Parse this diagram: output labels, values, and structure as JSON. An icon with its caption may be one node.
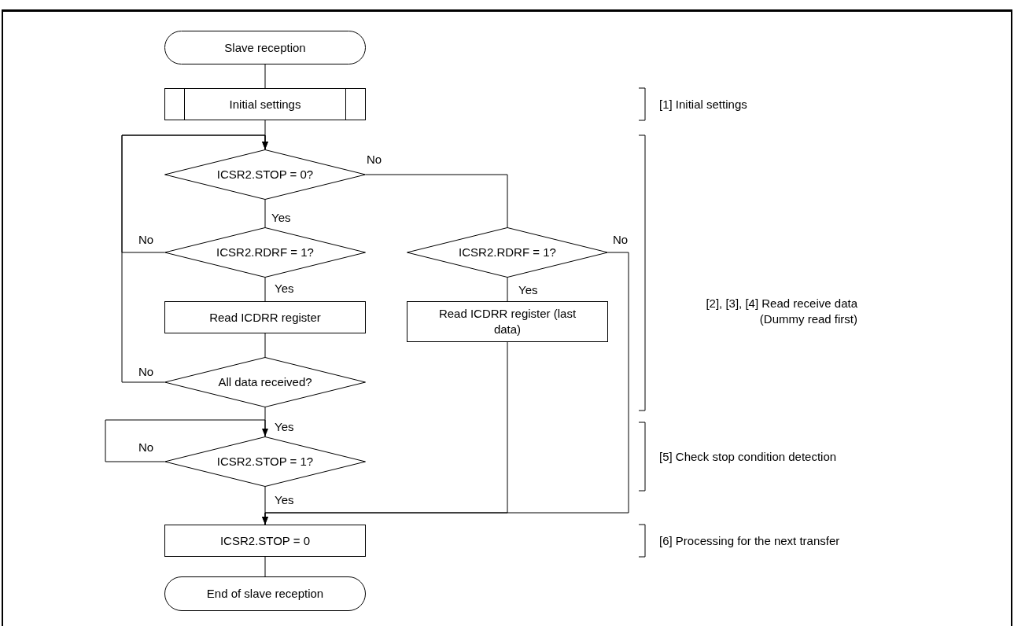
{
  "diagram": {
    "nodes": [
      {
        "text": [
          "Slave reception"
        ]
      },
      {
        "text": [
          "Initial settings"
        ]
      },
      {
        "text": [
          "ICSR2.STOP = 0?"
        ]
      },
      {
        "text": [
          "ICSR2.RDRF = 1?"
        ]
      },
      {
        "text": [
          "Read ICDRR register"
        ]
      },
      {
        "text": [
          "All data received?"
        ]
      },
      {
        "text": [
          "ICSR2.RDRF = 1?"
        ]
      },
      {
        "text": [
          "Read ICDRR register (last data)"
        ]
      },
      {
        "text": [
          "ICSR2.STOP = 1?"
        ]
      },
      {
        "text": [
          "ICSR2.STOP = 0"
        ]
      },
      {
        "text": [
          "End of slave reception"
        ]
      }
    ],
    "edges": [
      {
        "from": 0,
        "to": 1,
        "arrow": "none"
      },
      {
        "from": 1,
        "to": 2,
        "arrow": "none"
      },
      {
        "from": 2,
        "to": 3,
        "label": "Yes",
        "arrow": "none"
      },
      {
        "from": 2,
        "to": 6,
        "label": "No",
        "arrow": "none"
      },
      {
        "from": 3,
        "to": 4,
        "label": "Yes",
        "arrow": "none"
      },
      {
        "from": 3,
        "to": 2,
        "label": "No",
        "arrow": "to"
      },
      {
        "from": 4,
        "to": 5,
        "arrow": "none"
      },
      {
        "from": 5,
        "to": 2,
        "label": "No",
        "arrow": "to"
      },
      {
        "from": 5,
        "to": 8,
        "label": "Yes",
        "arrow": "none"
      },
      {
        "from": 8,
        "to": 8,
        "label": "No",
        "arrow": "to"
      },
      {
        "from": 8,
        "to": 9,
        "label": "Yes",
        "arrow": "none"
      },
      {
        "from": 6,
        "to": 7,
        "label": "Yes",
        "arrow": "none"
      },
      {
        "from": 7,
        "to": 9,
        "arrow": "to"
      },
      {
        "from": 6,
        "to": 9,
        "label": "No",
        "arrow": "to"
      },
      {
        "from": 9,
        "to": 10,
        "arrow": "none"
      }
    ],
    "labels": [
      "[1] Initial settings",
      "[2], [3], [4] Read receive data (Dummy read first)",
      "[5] Check stop condition detection",
      "[6] Processing for the next transfer"
    ]
  }
}
